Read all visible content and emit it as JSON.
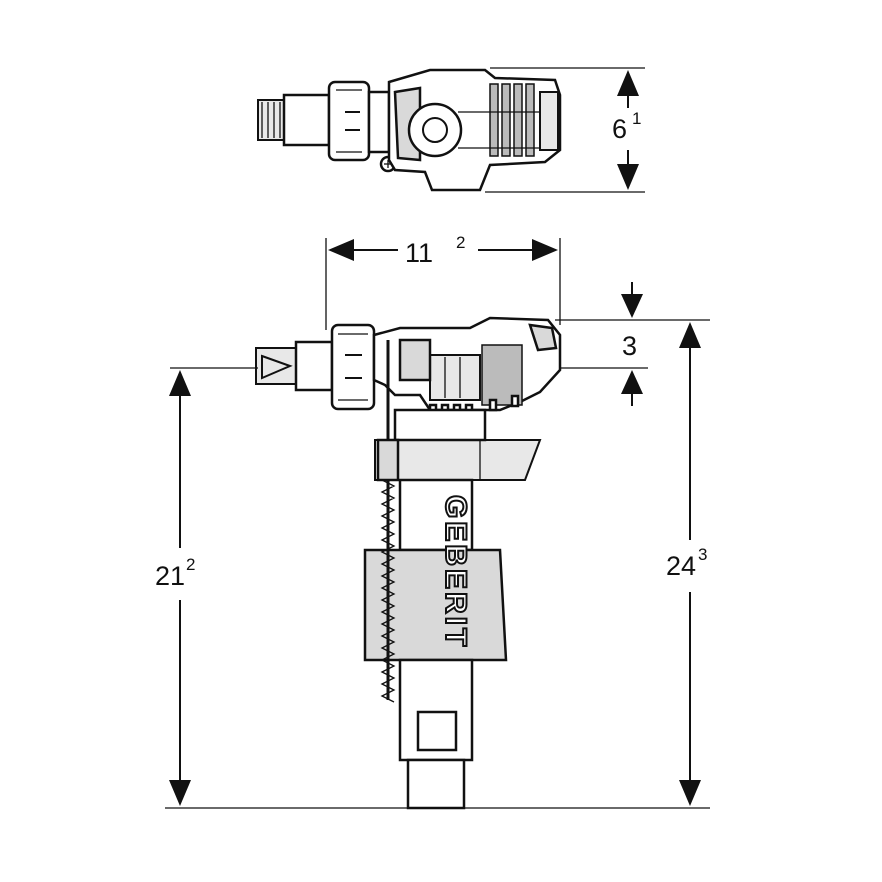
{
  "diagram": {
    "brand_logo": "GEBERIT",
    "dimensions": {
      "top_view_height": {
        "main": "6",
        "sup": "1"
      },
      "width": {
        "main": "11",
        "sup": "2"
      },
      "float_offset": {
        "main": "3",
        "sup": ""
      },
      "inlet_height": {
        "main": "21",
        "sup": "2"
      },
      "total_height": {
        "main": "24",
        "sup": "3"
      }
    }
  }
}
